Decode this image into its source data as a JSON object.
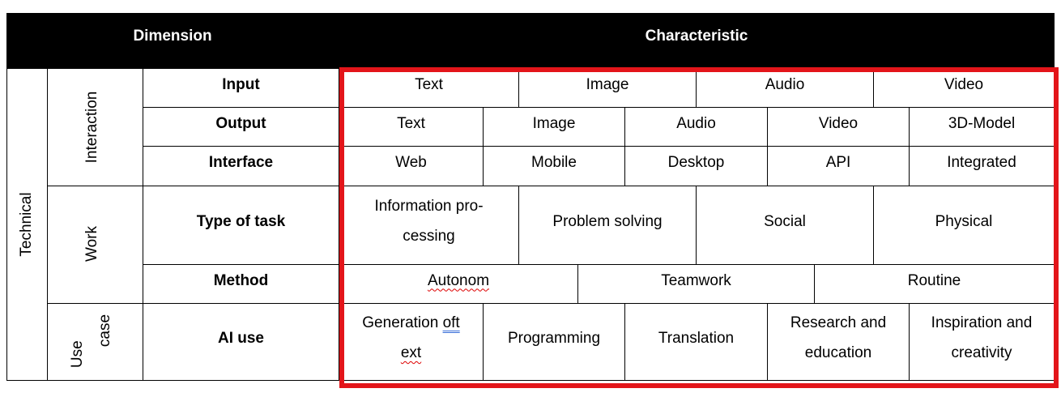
{
  "header": {
    "dimension": "Dimension",
    "characteristic": "Characteristic"
  },
  "groups": {
    "technical": "Technical",
    "interaction": "Interaction",
    "work": "Work",
    "usecase_line1": "Use",
    "usecase_line2": "case"
  },
  "rows": {
    "input": {
      "label": "Input",
      "values": [
        "Text",
        "Image",
        "Audio",
        "Video"
      ]
    },
    "output": {
      "label": "Output",
      "values": [
        "Text",
        "Image",
        "Audio",
        "Video",
        "3D-Model"
      ]
    },
    "interface": {
      "label": "Interface",
      "values": [
        "Web",
        "Mobile",
        "Desktop",
        "API",
        "Integrated"
      ]
    },
    "task": {
      "label": "Type of task",
      "values": [
        "Information pro-",
        "cessing",
        "Problem solving",
        "Social",
        "Physical"
      ]
    },
    "method": {
      "label": "Method",
      "values": [
        "Autonom",
        "Teamwork",
        "Routine"
      ]
    },
    "aiuse": {
      "label": "AI use",
      "gen_part1": "Generation ",
      "gen_part2": "oft",
      "gen_part3": "ext",
      "values": [
        "Programming",
        "Translation",
        "Research and",
        "education",
        "Inspiration and",
        "creativity"
      ]
    }
  },
  "colors": {
    "highlight": "#e3151a",
    "header_bg": "#000000"
  }
}
